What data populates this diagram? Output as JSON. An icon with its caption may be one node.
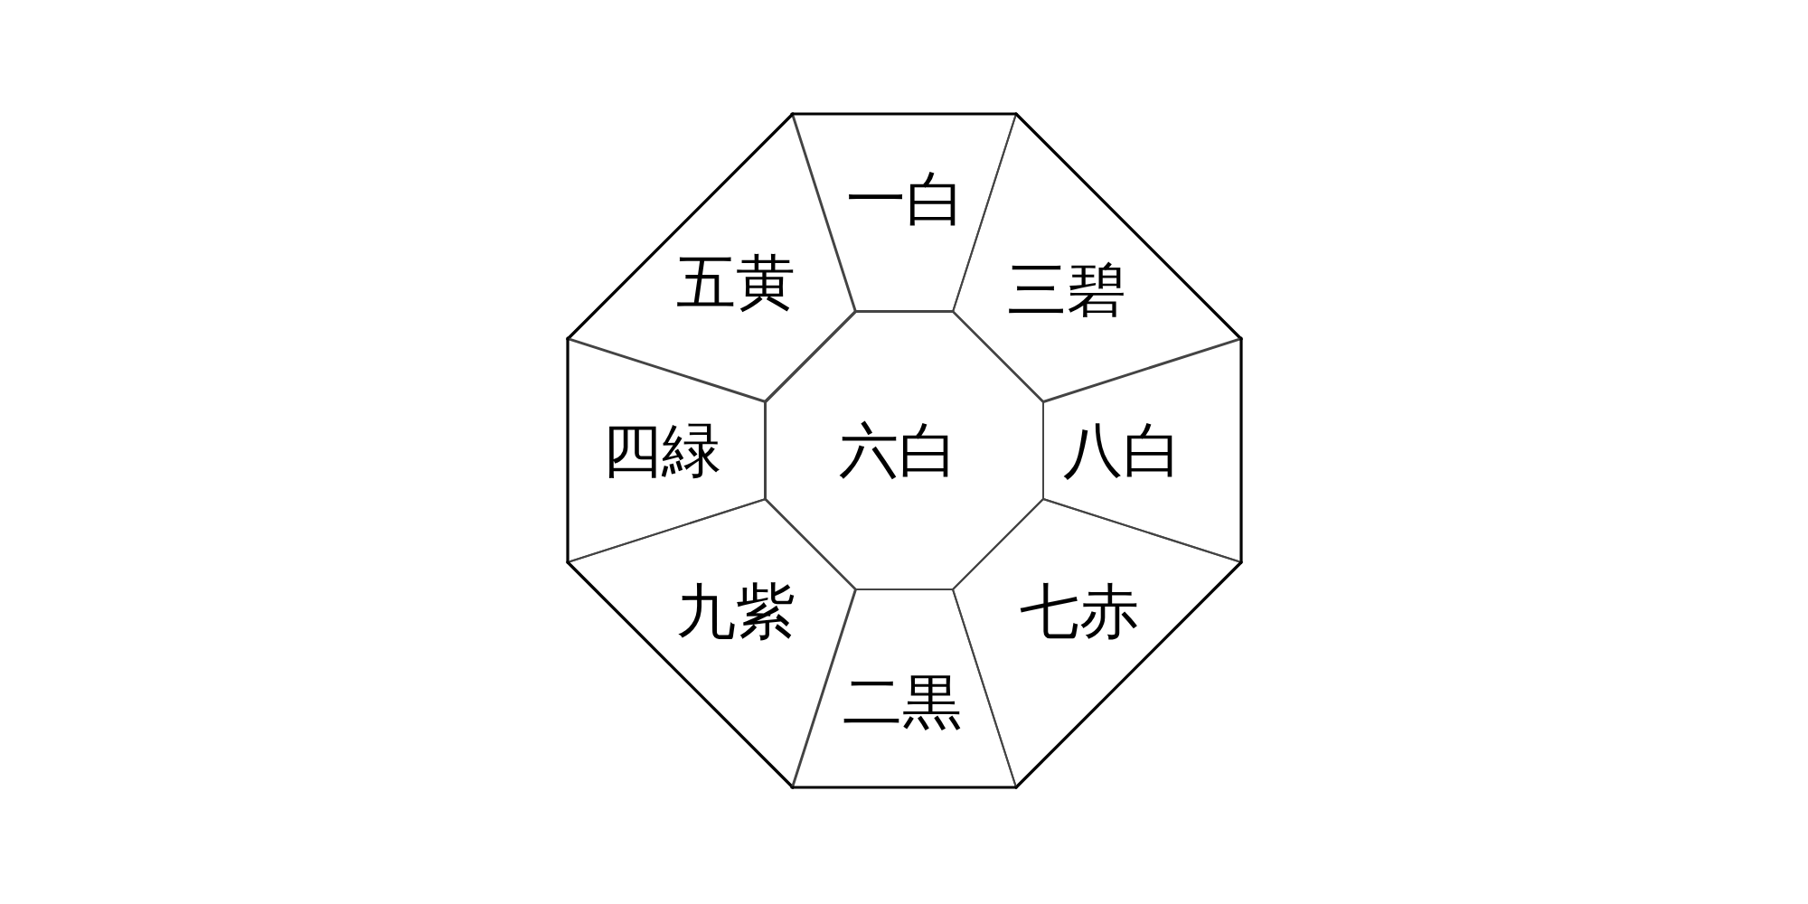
{
  "diagram": {
    "nodes": [
      {
        "text": [
          "一白"
        ]
      },
      {
        "text": [
          "五黄"
        ]
      },
      {
        "text": [
          "三碧"
        ]
      },
      {
        "text": [
          "四緑"
        ]
      },
      {
        "text": [
          "六白"
        ]
      },
      {
        "text": [
          "八白"
        ]
      },
      {
        "text": [
          "九紫"
        ]
      },
      {
        "text": [
          "七赤"
        ]
      },
      {
        "text": [
          "二黒"
        ]
      }
    ]
  }
}
